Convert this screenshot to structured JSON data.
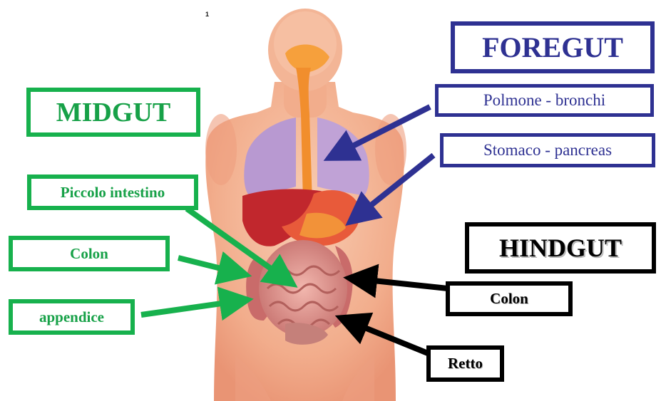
{
  "figure_number": "1",
  "sections": {
    "foregut": "FOREGUT",
    "midgut": "MIDGUT",
    "hindgut": "HINDGUT"
  },
  "labels": {
    "polmone": "Polmone - bronchi",
    "stomaco": "Stomaco - pancreas",
    "piccolo_intestino": "Piccolo intestino",
    "colon_mid": "Colon",
    "appendice": "appendice",
    "colon_hind": "Colon",
    "retto": "Retto"
  },
  "colors": {
    "foregut": "#2e3192",
    "midgut": "#17b14d",
    "hindgut": "#000000",
    "skin": "#f3b596",
    "lungs": "#b899d1",
    "stomach": "#e85a3a",
    "liver": "#c1272d",
    "intestine": "#d98a86"
  }
}
